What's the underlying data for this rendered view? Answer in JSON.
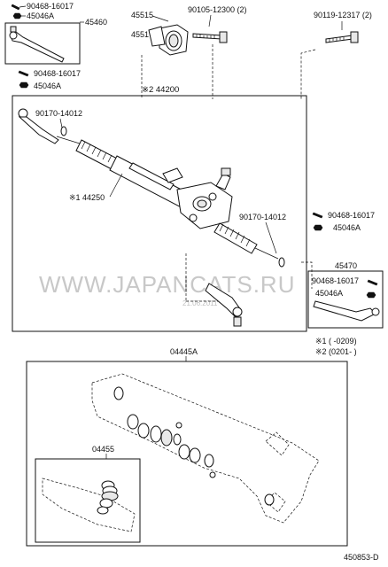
{
  "labels": {
    "top_left_bolt_a": "90468-16017",
    "top_left_nut_a": "45046A",
    "top_left_tie_rod": "45460",
    "bracket_upper": "45515",
    "bracket_lower": "45517",
    "bolt_mid": "90105-12300 (2)",
    "bolt_right": "90119-12317 (2)",
    "left_bolt_b": "90468-16017",
    "left_nut_b": "45046A",
    "gear_assy": "※2 44200",
    "boot_clamp_left": "90170-14012",
    "rack_assy": "※1 44250",
    "boot_clamp_right": "90170-14012",
    "right_bolt_a": "90468-16017",
    "right_nut_a": "45046A",
    "right_tie_rod": "45470",
    "right_bolt_b": "90468-16017",
    "right_nut_b": "45046A",
    "note_1": "※1 (      -0209)",
    "note_2": "※2 (0201-       )",
    "kit_gasket": "04445A",
    "kit_seal": "04455",
    "diagram_code": "450853-D"
  },
  "watermark": {
    "text": "WWW.JAPANCATS.RU",
    "date": "21.06.2011"
  },
  "colors": {
    "ink": "#111111",
    "watermark": "#c8c8c8"
  }
}
